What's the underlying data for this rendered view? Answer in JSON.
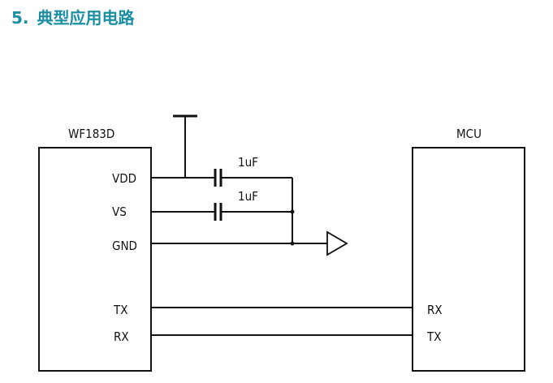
{
  "heading": {
    "number": "5.",
    "text": "典型应用电路"
  },
  "diagram": {
    "chip_left": {
      "name": "WF183D",
      "pins": [
        "VDD",
        "VS",
        "GND",
        "TX",
        "RX"
      ]
    },
    "chip_right": {
      "name": "MCU",
      "pins": [
        "RX",
        "TX"
      ]
    },
    "capacitors": [
      {
        "label": "1uF"
      },
      {
        "label": "1uF"
      }
    ]
  }
}
